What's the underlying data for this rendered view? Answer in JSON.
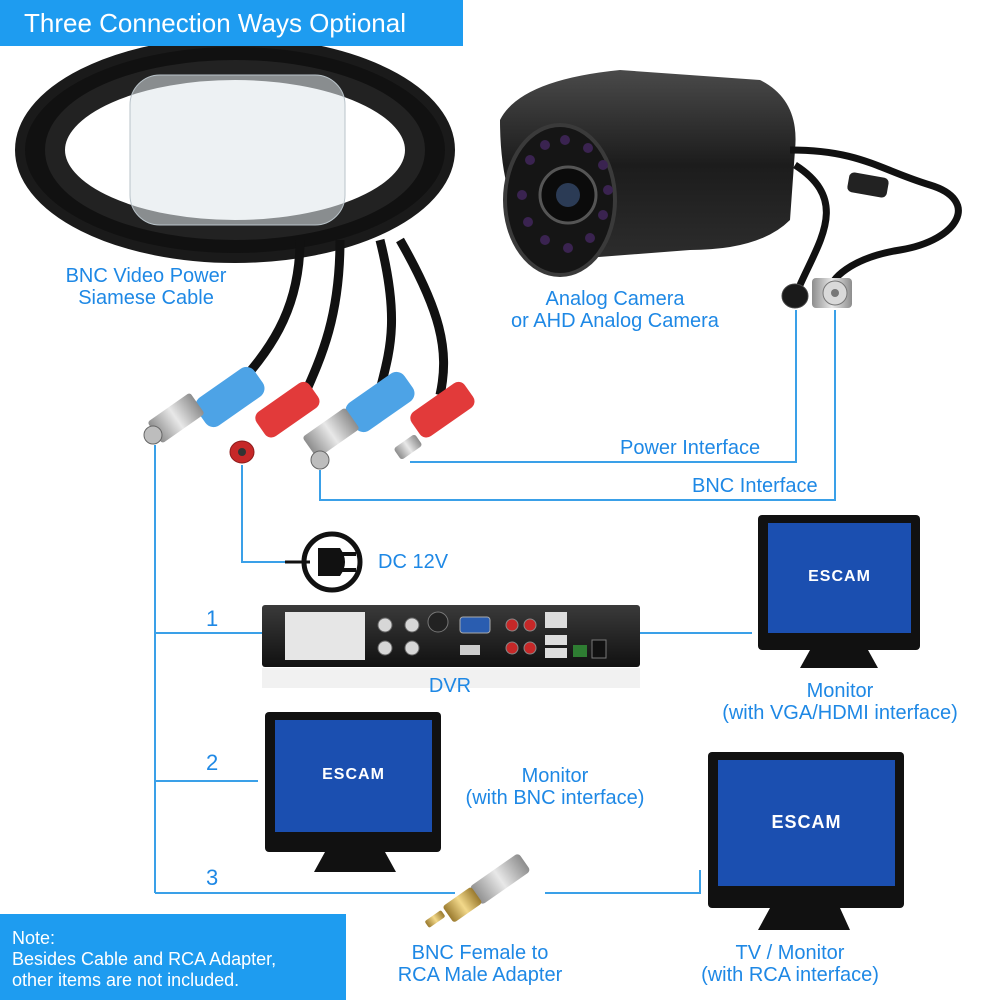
{
  "header": {
    "title": "Three Connection Ways Optional"
  },
  "labels": {
    "cable_line1": "BNC Video Power",
    "cable_line2": "Siamese Cable",
    "camera_line1": "Analog Camera",
    "camera_line2": "or AHD Analog Camera",
    "power_interface": "Power Interface",
    "bnc_interface": "BNC Interface",
    "dc": "DC 12V",
    "dvr": "DVR",
    "monitor_vga_line1": "Monitor",
    "monitor_vga_line2": "(with VGA/HDMI interface)",
    "monitor_bnc_line1": "Monitor",
    "monitor_bnc_line2": "(with BNC interface)",
    "adapter_line1": "BNC Female to",
    "adapter_line2": "RCA Male Adapter",
    "tv_line1": "TV / Monitor",
    "tv_line2": "(with RCA interface)"
  },
  "connection_numbers": [
    "1",
    "2",
    "3"
  ],
  "brand": "ESCAM",
  "note": {
    "line1": "Note:",
    "line2": "Besides Cable and RCA Adapter,",
    "line3": "other items are not included."
  },
  "colors": {
    "accent": "#1e9cf0",
    "line": "#3aa0e8",
    "screen": "#1b4fb0",
    "bnc_blue": "#4da3e6",
    "dc_red": "#e23a3a"
  }
}
